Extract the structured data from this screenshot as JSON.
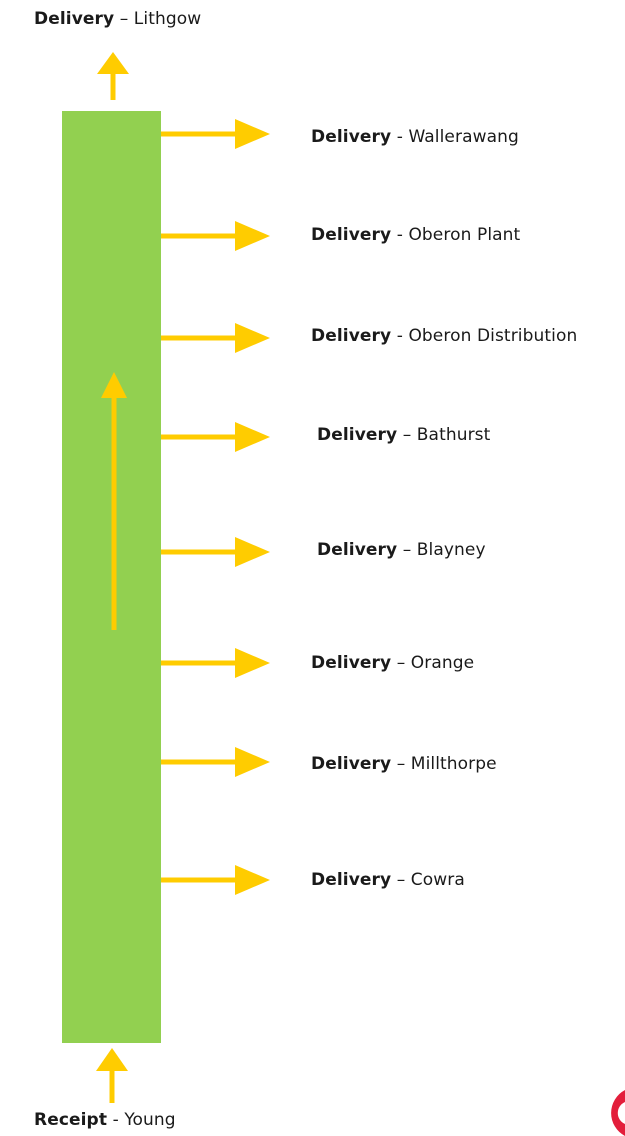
{
  "colors": {
    "pipeline": "#92d050",
    "arrow": "#ffcc00",
    "logo": "#e31e3b",
    "text": "#1a1a1a"
  },
  "top": {
    "kind": "Delivery",
    "sep": " – ",
    "place": "Lithgow"
  },
  "bottom": {
    "kind": "Receipt",
    "sep": " - ",
    "place": "Young"
  },
  "deliveries": [
    {
      "kind": "Delivery",
      "sep": " - ",
      "place": "Wallerawang"
    },
    {
      "kind": "Delivery",
      "sep": " - ",
      "place": "Oberon Plant"
    },
    {
      "kind": "Delivery",
      "sep": " - ",
      "place": "Oberon Distribution"
    },
    {
      "kind": "Delivery",
      "sep": " – ",
      "place": "Bathurst"
    },
    {
      "kind": "Delivery",
      "sep": " – ",
      "place": "Blayney"
    },
    {
      "kind": "Delivery",
      "sep": " – ",
      "place": "Orange"
    },
    {
      "kind": "Delivery",
      "sep": " – ",
      "place": "Millthorpe"
    },
    {
      "kind": "Delivery",
      "sep": " – ",
      "place": "Cowra"
    }
  ],
  "flow_direction": "up",
  "logo_icon": "brand-logo-icon"
}
